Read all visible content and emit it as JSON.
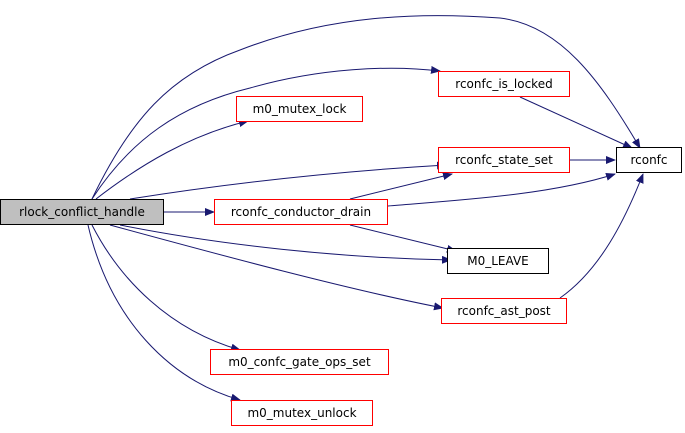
{
  "colors": {
    "edge": "#191970",
    "root_fill": "#bfbfbf",
    "root_border": "#000000",
    "leaf_border": "#ff0000",
    "plain_border": "#000000",
    "node_fill": "#ffffff"
  },
  "nodes": {
    "root": "rlock_conflict_handle",
    "m0_mutex_lock": "m0_mutex_lock",
    "rconfc_is_locked": "rconfc_is_locked",
    "rconfc_state_set": "rconfc_state_set",
    "rconfc_conductor_drain": "rconfc_conductor_drain",
    "rconfc": "rconfc",
    "m0_leave": "M0_LEAVE",
    "rconfc_ast_post": "rconfc_ast_post",
    "m0_confc_gate_ops_set": "m0_confc_gate_ops_set",
    "m0_mutex_unlock": "m0_mutex_unlock"
  }
}
